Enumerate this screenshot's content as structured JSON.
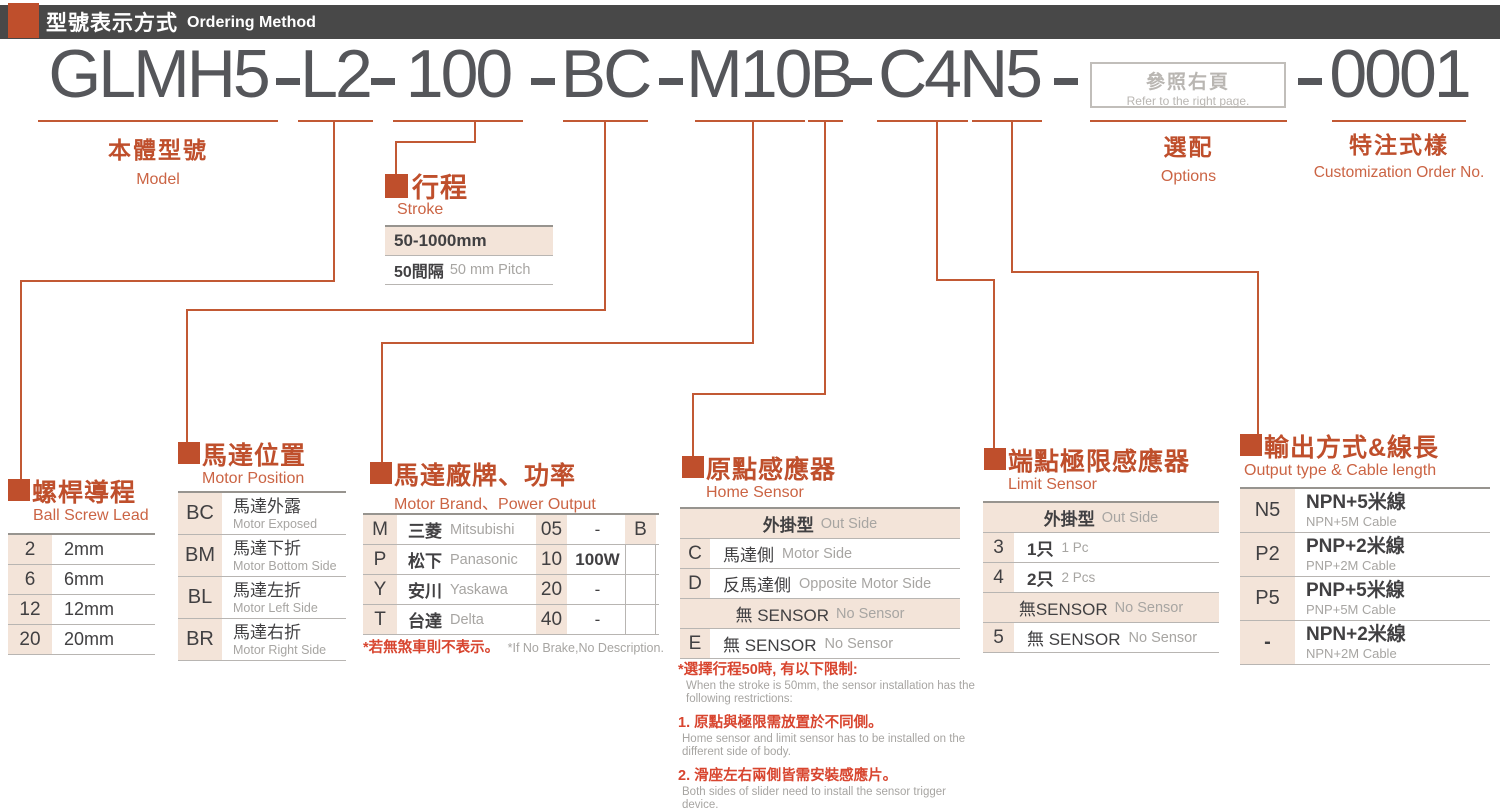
{
  "colors": {
    "accent": "#bf4f2c",
    "accent_light": "#cb6444",
    "line": "#c25934",
    "note_red": "#d8452f",
    "beige": "#f3e4d9",
    "dark_text": "#414042",
    "gray_text": "#a7a5a2",
    "bar_bg": "#484848",
    "code_text": "#55565a"
  },
  "header": {
    "title_zh": "型號表示方式",
    "title_en": "Ordering Method"
  },
  "code": {
    "s1": "GLMH5",
    "s2": "L2",
    "s3": "100",
    "s4": "BC",
    "s5": "M10B",
    "s6": "C4N5",
    "s7": "0001",
    "box_zh": "參照右頁",
    "box_en": "Refer to the right page."
  },
  "labels": {
    "model_zh": "本體型號",
    "model_en": "Model",
    "options_zh": "選配",
    "options_en": "Options",
    "custom_zh": "特注式樣",
    "custom_en": "Customization Order No."
  },
  "stroke": {
    "zh": "行程",
    "en": "Stroke",
    "range": "50-1000mm",
    "pitch_zh": "50間隔",
    "pitch_en": "50 mm Pitch"
  },
  "lead": {
    "zh": "螺桿導程",
    "en": "Ball Screw Lead",
    "rows": [
      {
        "c": "2",
        "v": "2mm"
      },
      {
        "c": "6",
        "v": "6mm"
      },
      {
        "c": "12",
        "v": "12mm"
      },
      {
        "c": "20",
        "v": "20mm"
      }
    ]
  },
  "pos": {
    "zh": "馬達位置",
    "en": "Motor Position",
    "rows": [
      {
        "c": "BC",
        "zh": "馬達外露",
        "en": "Motor Exposed"
      },
      {
        "c": "BM",
        "zh": "馬達下折",
        "en": "Motor Bottom Side"
      },
      {
        "c": "BL",
        "zh": "馬達左折",
        "en": "Motor Left Side"
      },
      {
        "c": "BR",
        "zh": "馬達右折",
        "en": "Motor Right Side"
      }
    ]
  },
  "brand": {
    "zh": "馬達廠牌、功率",
    "en": "Motor Brand、Power Output",
    "rows": [
      {
        "c": "M",
        "bzh": "三菱",
        "ben": "Mitsubishi",
        "pc": "05",
        "pv": "-",
        "bk": "B"
      },
      {
        "c": "P",
        "bzh": "松下",
        "ben": "Panasonic",
        "pc": "10",
        "pv": "100W",
        "bk": ""
      },
      {
        "c": "Y",
        "bzh": "安川",
        "ben": "Yaskawa",
        "pc": "20",
        "pv": "-",
        "bk": ""
      },
      {
        "c": "T",
        "bzh": "台達",
        "ben": "Delta",
        "pc": "40",
        "pv": "-",
        "bk": ""
      }
    ],
    "note_zh": "*若無煞車則不表示。",
    "note_en": "*If No Brake,No Description."
  },
  "home": {
    "zh": "原點感應器",
    "en": "Home Sensor",
    "hdr_zh": "外掛型",
    "hdr_en": "Out Side",
    "rows": [
      {
        "c": "C",
        "zh": "馬達側",
        "en": "Motor Side"
      },
      {
        "c": "D",
        "zh": "反馬達側",
        "en": "Opposite Motor Side"
      }
    ],
    "mid_zh": "無 SENSOR",
    "mid_en": "No Sensor",
    "last_c": "E",
    "last_zh": "無 SENSOR",
    "last_en": "No Sensor"
  },
  "limit": {
    "zh": "端點極限感應器",
    "en": "Limit Sensor",
    "hdr_zh": "外掛型",
    "hdr_en": "Out Side",
    "rows": [
      {
        "c": "3",
        "zh": "1只",
        "en": "1 Pc"
      },
      {
        "c": "4",
        "zh": "2只",
        "en": "2 Pcs"
      }
    ],
    "mid_zh": "無SENSOR",
    "mid_en": "No Sensor",
    "last_c": "5",
    "last_zh": "無 SENSOR",
    "last_en": "No Sensor"
  },
  "out": {
    "zh": "輸出方式&線長",
    "en": "Output type & Cable length",
    "rows": [
      {
        "c": "N5",
        "zh": "NPN+5米線",
        "en": "NPN+5M Cable"
      },
      {
        "c": "P2",
        "zh": "PNP+2米線",
        "en": "PNP+2M Cable"
      },
      {
        "c": "P5",
        "zh": "PNP+5米線",
        "en": "PNP+5M Cable"
      },
      {
        "c": "-",
        "zh": "NPN+2米線",
        "en": "NPN+2M Cable"
      }
    ]
  },
  "notes": {
    "h_zh": "*選擇行程50時, 有以下限制:",
    "h_en": "When the stroke is 50mm, the sensor installation has the following restrictions:",
    "n1_zh": "1. 原點與極限需放置於不同側。",
    "n1_en": "Home sensor and limit sensor has to be installed on the different side of body.",
    "n2_zh": "2. 滑座左右兩側皆需安裝感應片。",
    "n2_en": "Both sides of slider need to install the sensor trigger device."
  }
}
